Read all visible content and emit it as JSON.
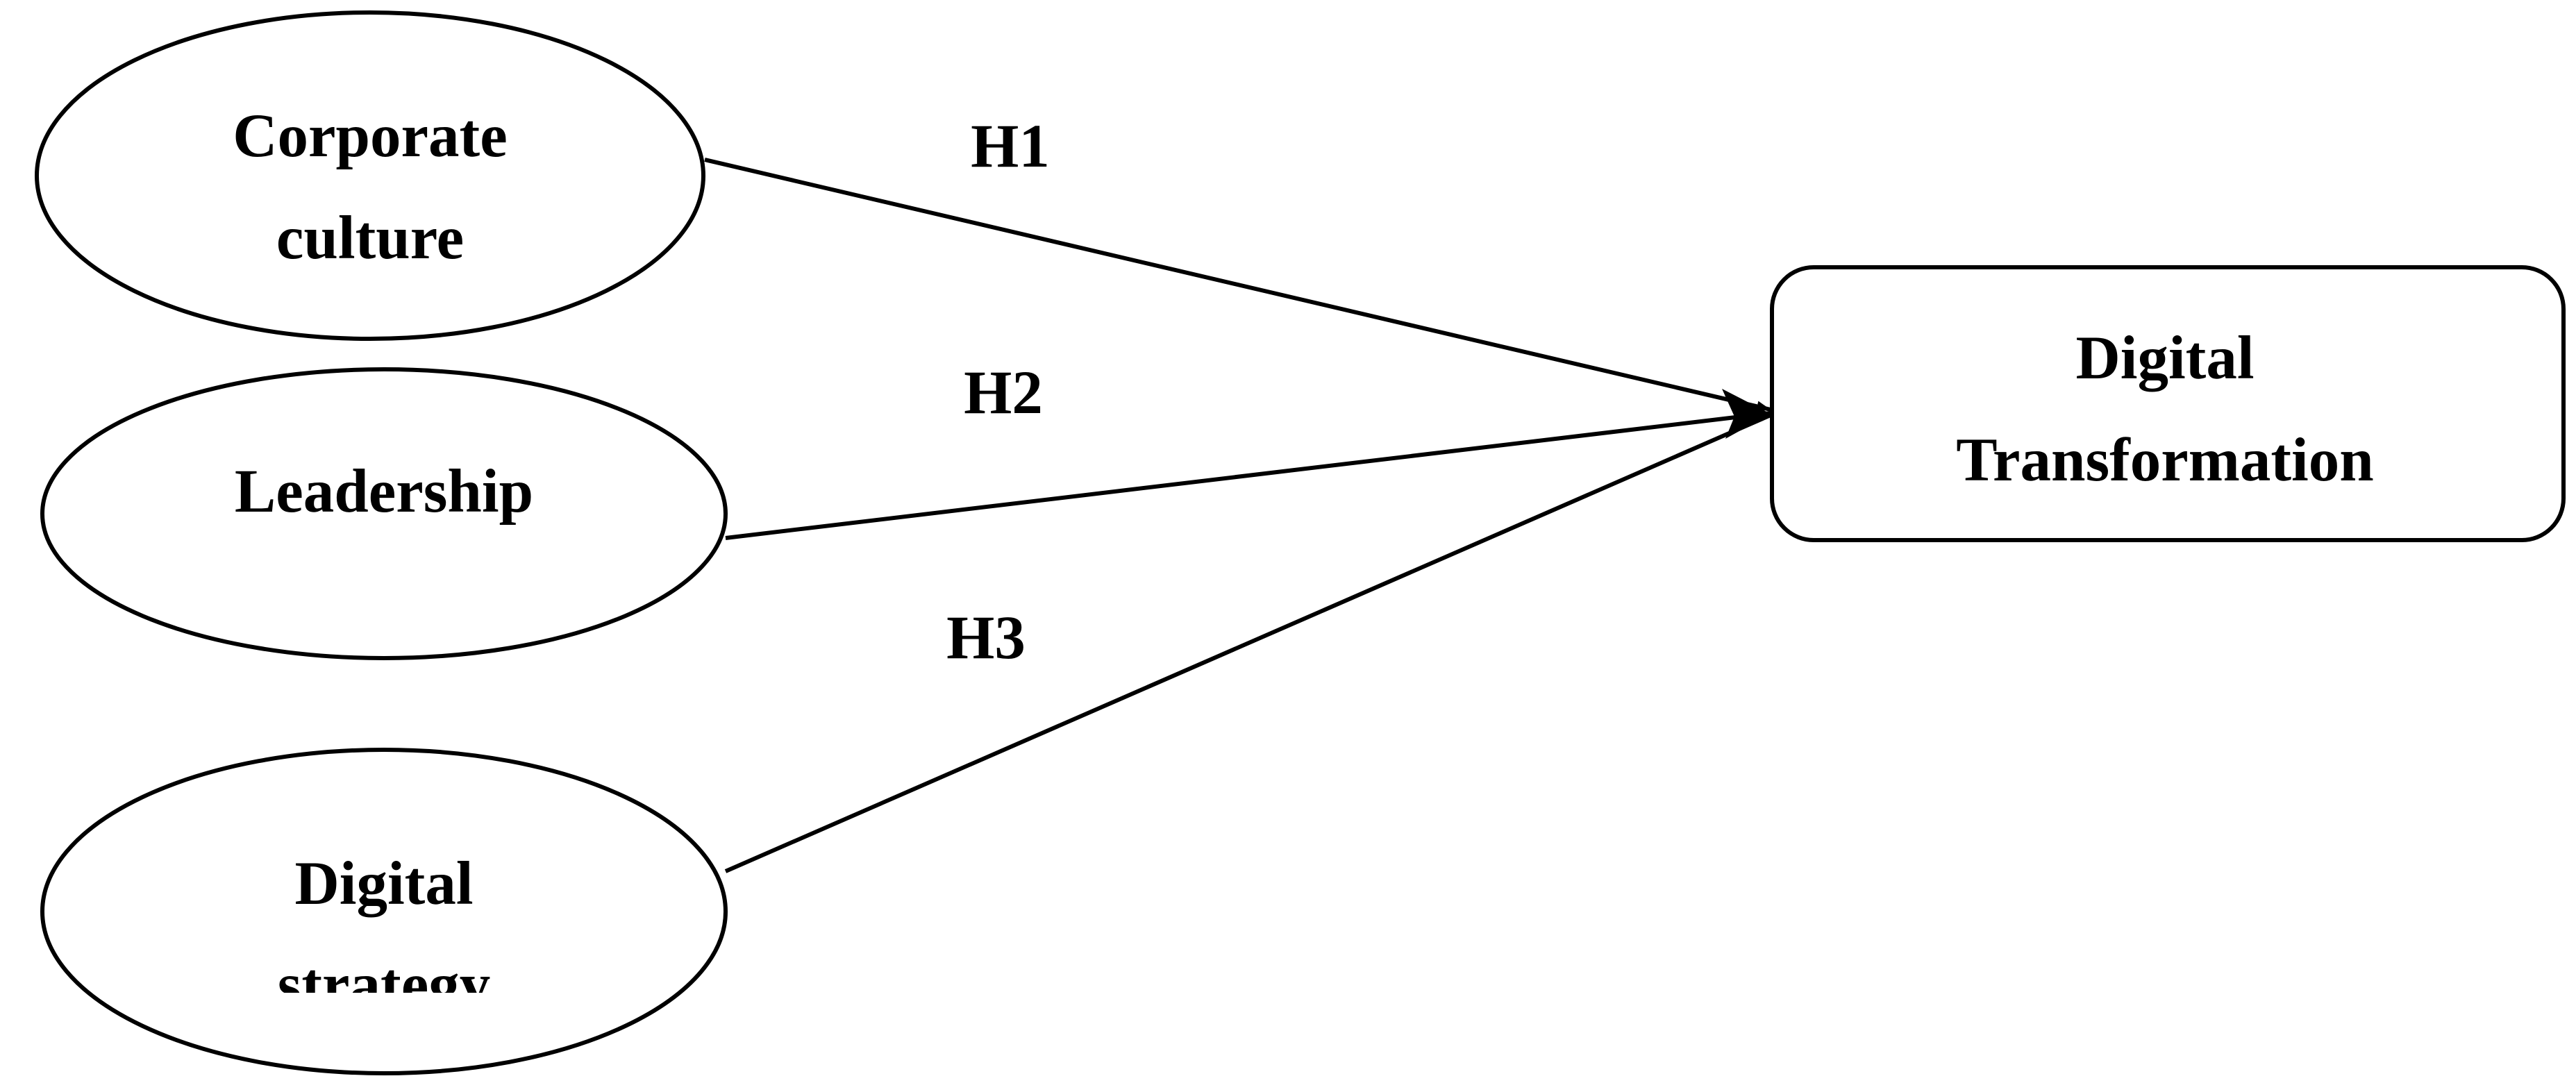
{
  "diagram": {
    "nodes": {
      "corporate_culture": {
        "line1": "Corporate",
        "line2": "culture"
      },
      "leadership": {
        "line1": "Leadership"
      },
      "digital_strategy": {
        "line1": "Digital",
        "line2": "strategy"
      },
      "digital_transformation": {
        "line1": "Digital",
        "line2": "Transformation"
      }
    },
    "edges": {
      "h1": {
        "label": "H1",
        "from": "Corporate culture",
        "to": "Digital Transformation"
      },
      "h2": {
        "label": "H2",
        "from": "Leadership",
        "to": "Digital Transformation"
      },
      "h3": {
        "label": "H3",
        "from": "Digital strategy",
        "to": "Digital Transformation"
      }
    }
  },
  "colors": {
    "stroke": "#000000",
    "background": "#ffffff"
  }
}
